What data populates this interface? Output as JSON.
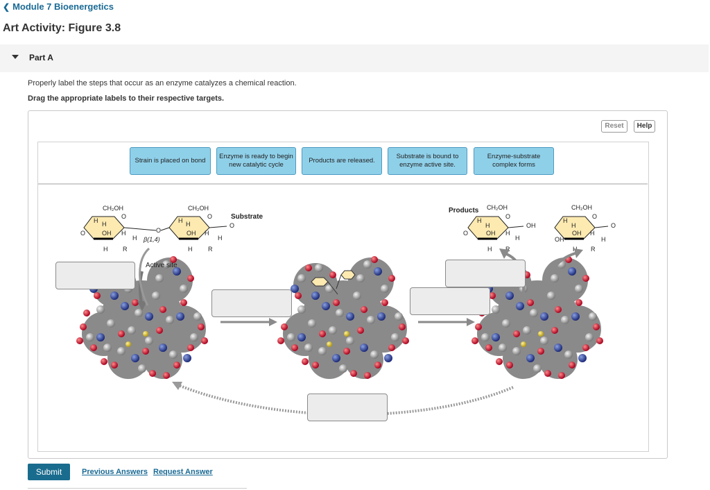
{
  "nav": {
    "back_label": "Module 7 Bioenergetics"
  },
  "page": {
    "title": "Art Activity: Figure 3.8"
  },
  "part": {
    "label": "Part A"
  },
  "instructions": {
    "line1": "Properly label the steps that occur as an enzyme catalyzes a chemical reaction.",
    "line2": "Drag the appropriate labels to their respective targets."
  },
  "toolbar": {
    "reset_label": "Reset",
    "help_label": "Help"
  },
  "label_bank": [
    "Strain is placed on bond",
    "Enzyme is ready to begin new catalytic cycle",
    "Products are released.",
    "Substrate is bound to enzyme active site.",
    "Enzyme-substrate complex forms"
  ],
  "figure": {
    "substrate_label": "Substrate",
    "products_label": "Products",
    "active_site_label": "Active site",
    "bond_label": "β(1,4)",
    "ch2oh": "CH₂OH",
    "oh": "OH",
    "h": "H",
    "o": "O",
    "r": "R"
  },
  "actions": {
    "submit_label": "Submit",
    "previous_answers_label": "Previous Answers",
    "request_answer_label": "Request Answer"
  },
  "colors": {
    "accent": "#1a6c8e",
    "link": "#1a6a95",
    "chip": "#8fd0e9",
    "target": "#ececec"
  }
}
